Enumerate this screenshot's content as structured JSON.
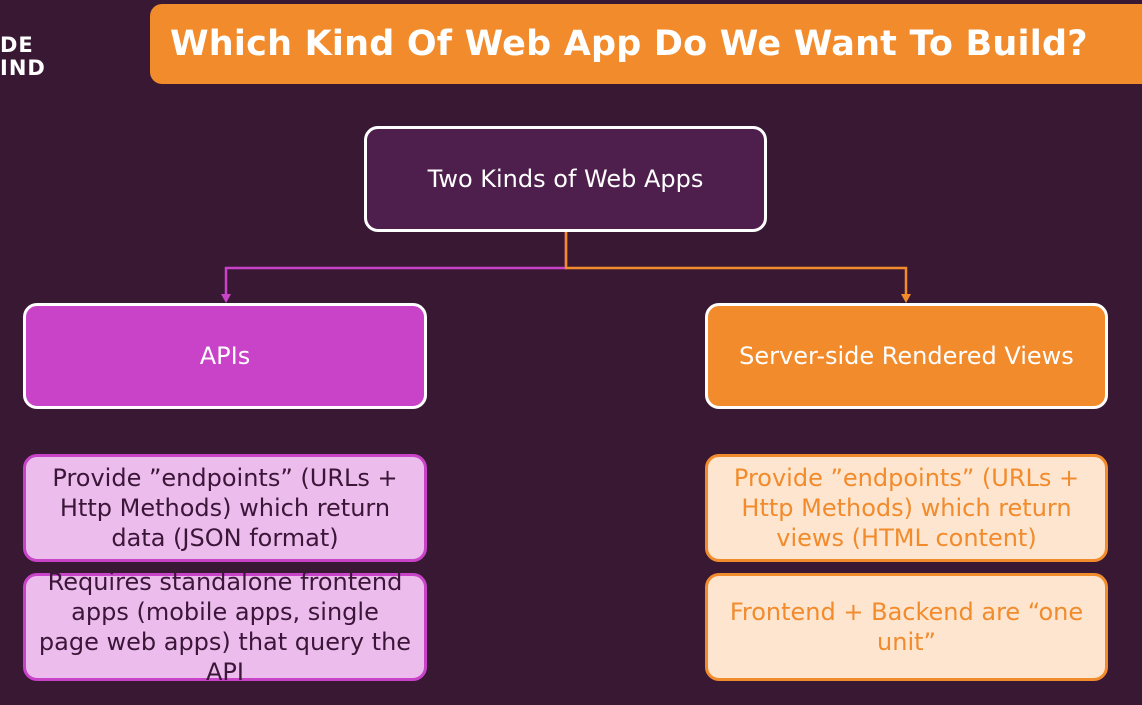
{
  "logo": {
    "line1": "DE",
    "line2": "IND"
  },
  "title": "Which Kind Of Web App Do We Want To Build?",
  "diagram": {
    "root": "Two Kinds of Web Apps",
    "left": {
      "label": "APIs",
      "details": [
        "Provide ”endpoints” (URLs + Http Methods) which return data (JSON format)",
        "Requires standalone frontend apps (mobile apps, single page web apps) that query the API"
      ]
    },
    "right": {
      "label": "Server-side Rendered Views",
      "details": [
        "Provide ”endpoints” (URLs + Http Methods) which return views (HTML content)",
        "Frontend + Backend are “one unit”"
      ]
    }
  },
  "colors": {
    "background": "#391834",
    "accent_orange": "#f28b2c",
    "accent_purple": "#c843c8",
    "root_fill": "#4e1f4d"
  }
}
